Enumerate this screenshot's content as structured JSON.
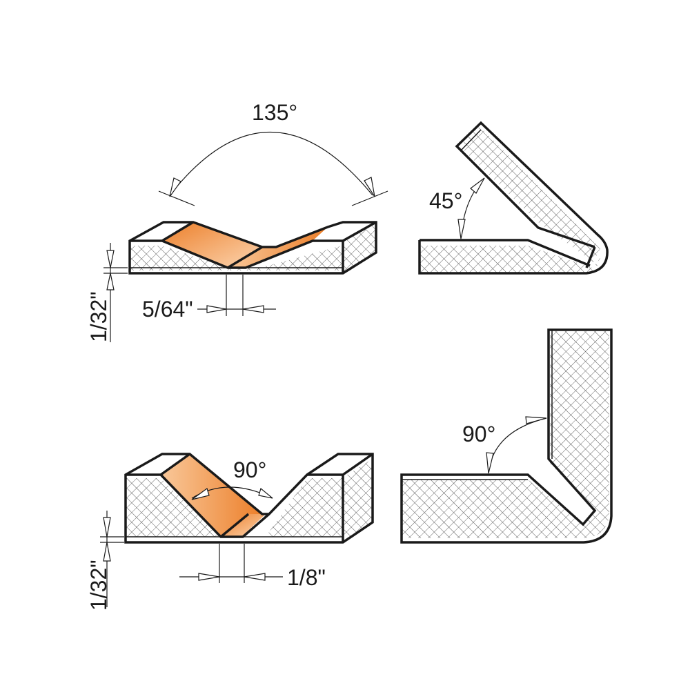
{
  "diagram": {
    "colors": {
      "cut_face_light": "#fbd3ad",
      "cut_face_dark": "#ec7f2a",
      "outline": "#1a1a1a",
      "hatch": "#555555",
      "background": "#ffffff"
    },
    "panels": [
      {
        "id": "top-left",
        "type": "v-groove-section",
        "groove_angle_label": "135°",
        "bottom_width_label": "5/64\"",
        "remaining_thickness_label": "1/32\""
      },
      {
        "id": "top-right",
        "type": "folded-panel",
        "fold_angle_label": "45°"
      },
      {
        "id": "bottom-left",
        "type": "v-groove-section",
        "groove_angle_label": "90°",
        "bottom_width_label": "1/8\"",
        "remaining_thickness_label": "1/32\""
      },
      {
        "id": "bottom-right",
        "type": "folded-panel",
        "fold_angle_label": "90°"
      }
    ]
  }
}
